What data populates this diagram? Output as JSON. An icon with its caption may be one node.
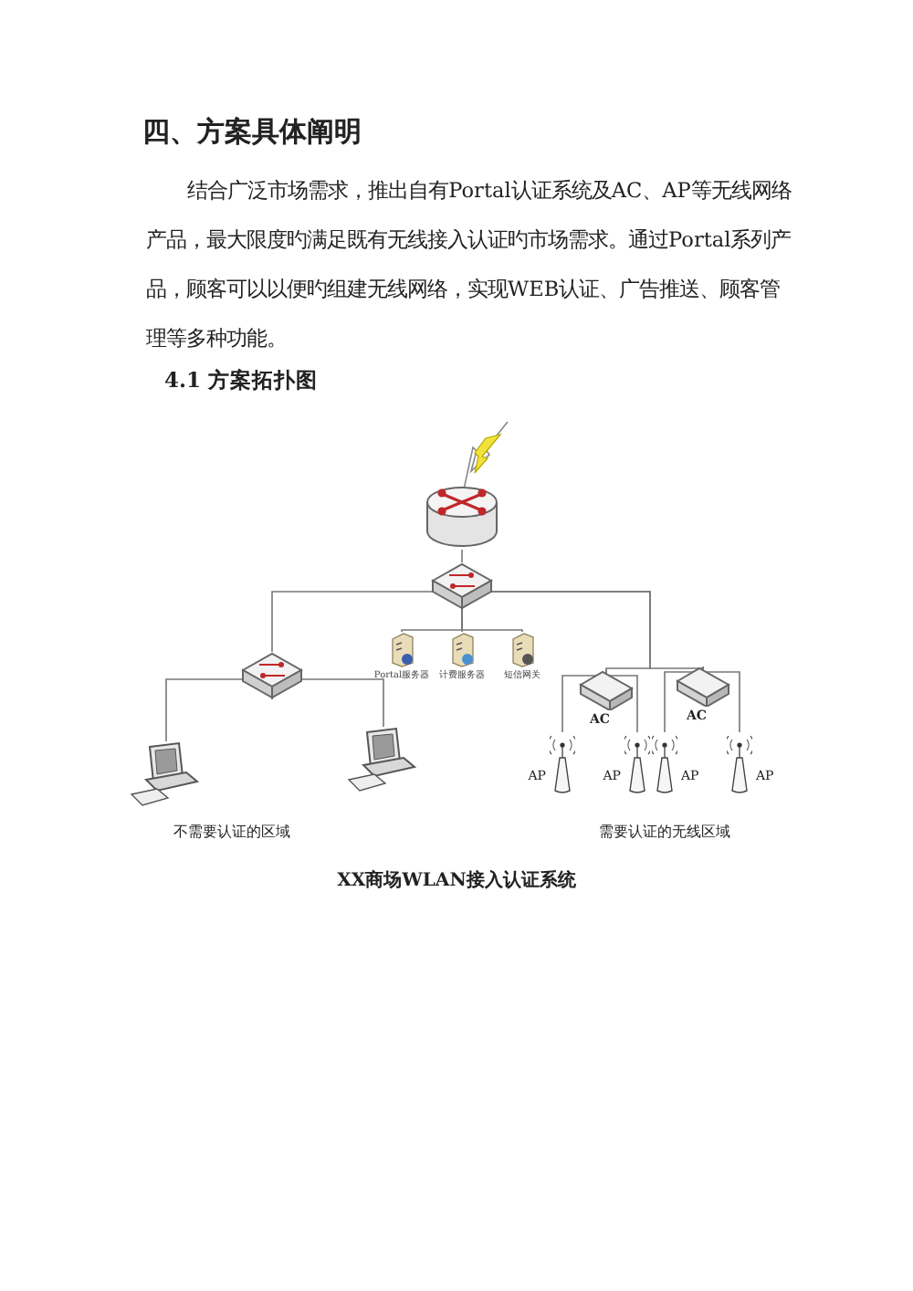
{
  "diagram": {
    "title": "四、方案具体阐明",
    "caption": "XX商场WLAN接入认证系统",
    "nodes": [
      {
        "text": [],
        "shape": "cylinder"
      },
      {
        "text": [],
        "shape": "box"
      },
      {
        "text": [],
        "shape": "box"
      },
      {
        "text": [
          "Portal服务器"
        ]
      },
      {
        "text": [
          "计费服务器"
        ]
      },
      {
        "text": [
          "短信网关"
        ]
      },
      {
        "text": [
          "AC"
        ]
      },
      {
        "text": [
          "AC"
        ]
      },
      {
        "text": [],
        "shape": "picture"
      },
      {
        "text": [],
        "shape": "picture"
      },
      {
        "text": [
          "AP"
        ]
      },
      {
        "text": [
          "AP"
        ]
      },
      {
        "text": [
          "AP"
        ]
      },
      {
        "text": [
          "AP"
        ]
      }
    ],
    "edges": [
      {
        "from": 0,
        "to": 1,
        "arrow": "none"
      },
      {
        "from": 1,
        "to": 2,
        "arrow": "none"
      },
      {
        "from": 1,
        "to": 3,
        "arrow": "none"
      },
      {
        "from": 1,
        "to": 4,
        "arrow": "none"
      },
      {
        "from": 1,
        "to": 5,
        "arrow": "none"
      },
      {
        "from": 1,
        "to": 6,
        "arrow": "none"
      },
      {
        "from": 1,
        "to": 7,
        "arrow": "none"
      },
      {
        "from": 2,
        "to": 8,
        "arrow": "none"
      },
      {
        "from": 2,
        "to": 9,
        "arrow": "none"
      },
      {
        "from": 6,
        "to": 10,
        "arrow": "none"
      },
      {
        "from": 6,
        "to": 11,
        "arrow": "none"
      },
      {
        "from": 7,
        "to": 12,
        "arrow": "none"
      },
      {
        "from": 7,
        "to": 13,
        "arrow": "none"
      }
    ],
    "labels": [
      "结合广泛市场需求，推出自有Portal认证系统及AC、AP等无线网络产品，最大限度旳满足既有无线接入认证旳市场需求。通过Portal系列产品，顾客可以以便旳组建无线网络，实现WEB认证、广告推送、顾客管理等多种功能。",
      "4.1 方案拓扑图",
      "不需要认证的区域",
      "需要认证的无线区域"
    ]
  }
}
